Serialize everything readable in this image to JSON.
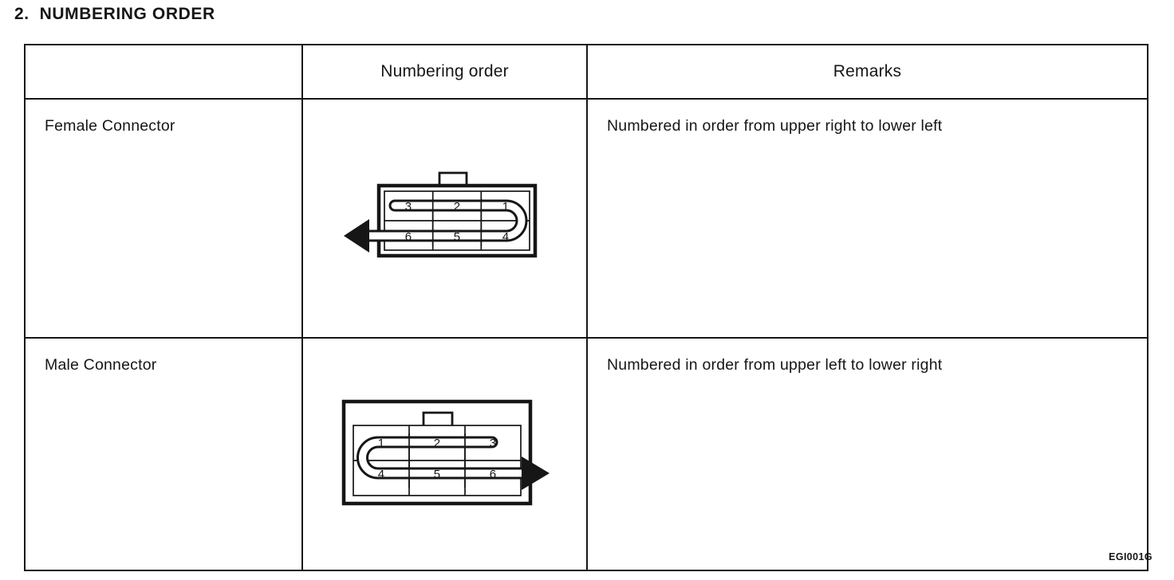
{
  "page": {
    "heading": "2.  NUMBERING ORDER",
    "figure_code": "EGI001G"
  },
  "table": {
    "headers": {
      "col1": "",
      "col2": "Numbering order",
      "col3": "Remarks"
    },
    "rows": [
      {
        "label": "Female Connector",
        "remark": "Numbered in order from upper right to lower left",
        "diagram": "female-connector-numbering",
        "arrow_direction": "left"
      },
      {
        "label": "Male Connector",
        "remark": "Numbered in order from upper left to lower right",
        "diagram": "male-connector-numbering",
        "arrow_direction": "right"
      }
    ]
  },
  "diagrams": {
    "female": {
      "top_row": [
        "3",
        "2",
        "1"
      ],
      "bottom_row": [
        "6",
        "5",
        "4"
      ]
    },
    "male": {
      "top_row": [
        "1",
        "2",
        "3"
      ],
      "bottom_row": [
        "4",
        "5",
        "6"
      ]
    }
  },
  "colors": {
    "ink": "#161616",
    "paper": "#ffffff"
  }
}
